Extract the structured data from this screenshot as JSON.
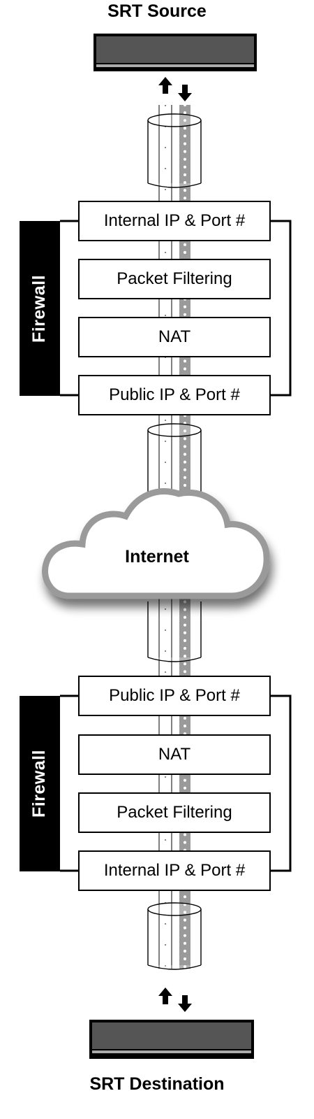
{
  "source": {
    "title": "SRT Source"
  },
  "destination": {
    "title": "SRT Destination"
  },
  "internet": {
    "label": "Internet"
  },
  "firewall_top": {
    "label": "Firewall",
    "layers": [
      "Internal IP & Port #",
      "Packet Filtering",
      "NAT",
      "Public IP & Port #"
    ]
  },
  "firewall_bottom": {
    "label": "Firewall",
    "layers": [
      "Public IP & Port #",
      "NAT",
      "Packet Filtering",
      "Internal IP & Port #"
    ]
  },
  "colors": {
    "device_fill": "#555555",
    "device_border": "#000000",
    "stream_track": "#9a9a9a",
    "cloud_border": "#9a9a9a",
    "firewall_fill": "#000000"
  },
  "icons": [
    "arrow-up-icon",
    "arrow-down-icon",
    "cable-sleeve-icon",
    "cloud-icon"
  ]
}
